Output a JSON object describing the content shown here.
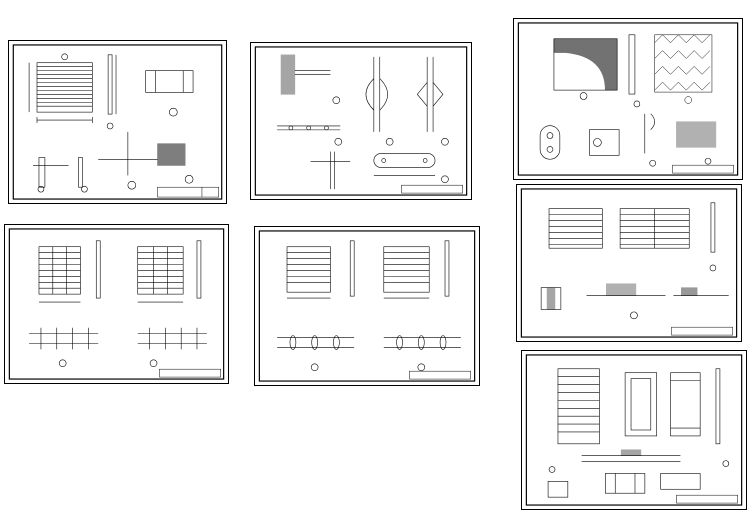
{
  "sheets": [
    {
      "id": "s1"
    },
    {
      "id": "s2"
    },
    {
      "id": "s3"
    },
    {
      "id": "s4"
    },
    {
      "id": "s5"
    },
    {
      "id": "s6"
    },
    {
      "id": "s7"
    }
  ]
}
